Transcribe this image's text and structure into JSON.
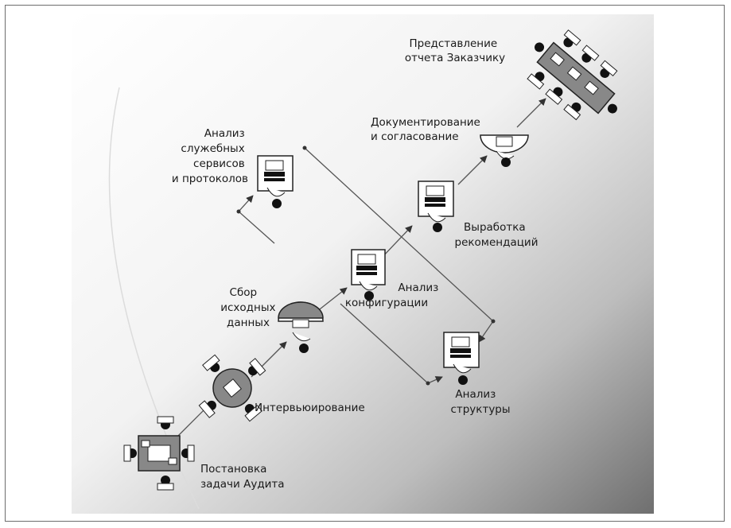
{
  "labels": {
    "predstavlenie": [
      "Представление",
      "отчета Заказчику"
    ],
    "dokumentirovanie": [
      "Документирование",
      "и согласование"
    ],
    "analiz_servisov": [
      "Анализ",
      "служебных",
      "сервисов",
      "и протоколов"
    ],
    "vyrabotka": [
      "Выработка",
      "рекомендаций"
    ],
    "analiz_konfiguracii": [
      "Анализ",
      "конфигурации"
    ],
    "sbor": [
      "Сбор",
      "исходных",
      "данных"
    ],
    "analiz_struktury": [
      "Анализ",
      "структуры"
    ],
    "intervyuirovanie": [
      "Интервьюирование"
    ],
    "postanovka": [
      "Постановка",
      "задачи Аудита"
    ]
  }
}
